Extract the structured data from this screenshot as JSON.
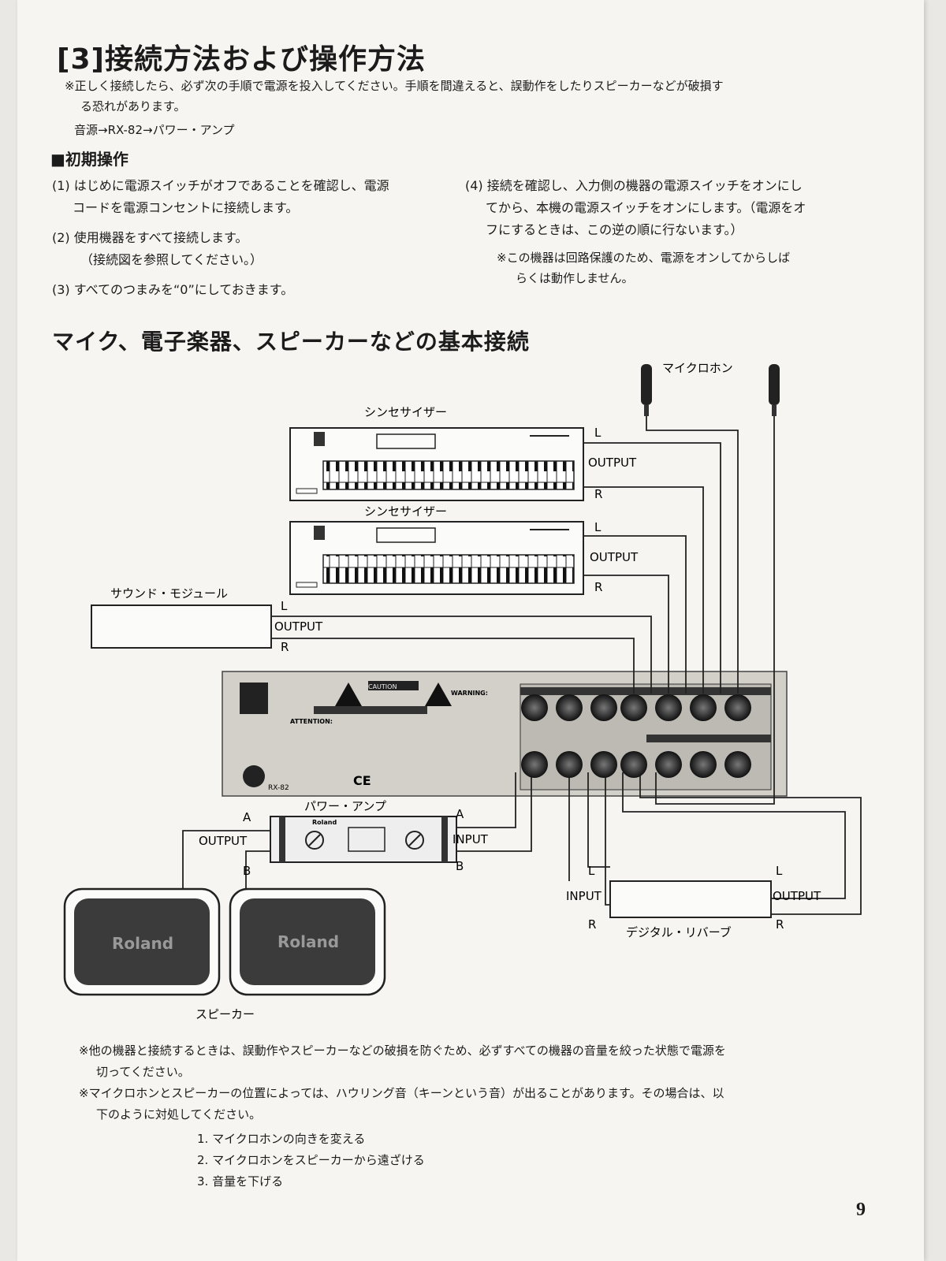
{
  "header": {
    "title": "[3]接続方法および操作方法",
    "warning_1": "※正しく接続したら、必ず次の手順で電源を投入してください。手順を間違えると、誤動作をしたりスピーカーなどが破損す",
    "warning_2": "る恐れがあります。",
    "power_order": "音源→RX-82→パワー・アンプ"
  },
  "initial_ops": {
    "heading": "■初期操作",
    "step1_a": "(1) はじめに電源スイッチがオフであることを確認し、電源",
    "step1_b": "コードを電源コンセントに接続します。",
    "step2_a": "(2) 使用機器をすべて接続します。",
    "step2_b": "（接続図を参照してください。）",
    "step3": "(3) すべてのつまみを“0”にしておきます。",
    "step4_a": "(4) 接続を確認し、入力側の機器の電源スイッチをオンにし",
    "step4_b": "てから、本機の電源スイッチをオンにします。（電源をオ",
    "step4_c": "フにするときは、この逆の順に行ないます。）",
    "note_a": "※この機器は回路保護のため、電源をオンしてからしば",
    "note_b": "らくは動作しません。"
  },
  "section": {
    "heading": "マイク、電子楽器、スピーカーなどの基本接続"
  },
  "diagram": {
    "microphone": "マイクロホン",
    "synth_1": "シンセサイザー",
    "synth_2": "シンセサイザー",
    "sound_module": "サウンド・モジュール",
    "power_amp": "パワー・アンプ",
    "speaker": "スピーカー",
    "reverb": "デジタル・リバーブ",
    "L": "L",
    "R": "R",
    "A": "A",
    "B": "B",
    "output": "OUTPUT",
    "input": "INPUT",
    "brand": "Roland",
    "model": "RX-82",
    "caution": "CAUTION",
    "warning": "WARNING:",
    "attention": "ATTENTION:",
    "ce": "CE"
  },
  "footer": {
    "note1_a": "※他の機器と接続するときは、誤動作やスピーカーなどの破損を防ぐため、必ずすべての機器の音量を絞った状態で電源を",
    "note1_b": "切ってください。",
    "note2_a": "※マイクロホンとスピーカーの位置によっては、ハウリング音（キーンという音）が出ることがあります。その場合は、以",
    "note2_b": "下のように対処してください。",
    "remedy1": "1. マイクロホンの向きを変える",
    "remedy2": "2. マイクロホンをスピーカーから遠ざける",
    "remedy3": "3. 音量を下げる",
    "page_number": "9"
  }
}
